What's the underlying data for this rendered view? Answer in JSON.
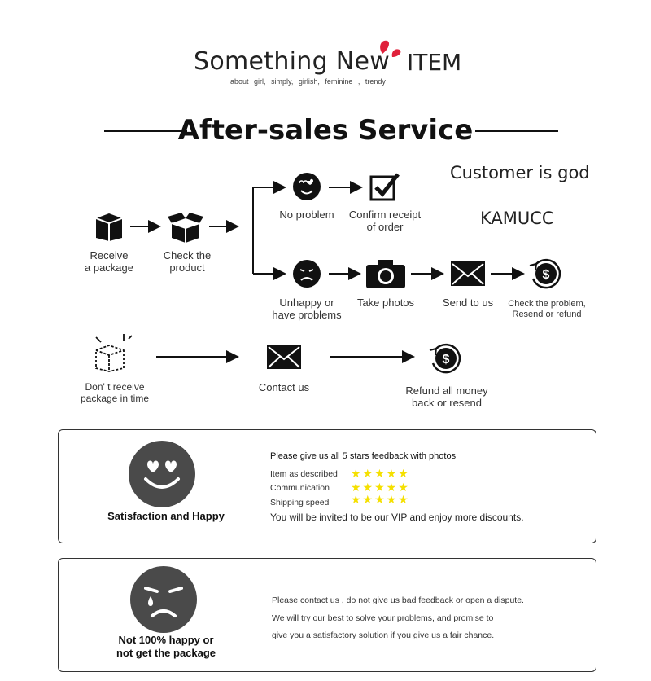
{
  "brand": {
    "name": "Something New",
    "item": "ITEM",
    "tagline": "about girl,   simply,   girlish,   feminine ,   trendy"
  },
  "heading": "After-sales Service",
  "slogan": {
    "line1": "Customer is god",
    "line2": "KAMUCC"
  },
  "flow": {
    "receive": "Receive\na package",
    "check": "Check the\nproduct",
    "no_problem": "No problem",
    "confirm": "Confirm receipt\nof order",
    "unhappy": "Unhappy or\nhave problems",
    "take_photos": "Take photos",
    "send_to_us": "Send to us",
    "resend": "Check the problem,\nResend or refund",
    "dont_receive": "Don' t receive\npackage in time",
    "contact_us": "Contact us",
    "refund": "Refund all money\nback or resend"
  },
  "happy_card": {
    "caption": "Satisfaction and Happy",
    "title": "Please give us all 5 stars feedback with photos",
    "ratings": [
      {
        "label": "Item as described",
        "stars": 5
      },
      {
        "label": "Communication",
        "stars": 5
      },
      {
        "label": "Shipping speed",
        "stars": 5
      }
    ],
    "vip": "You will be invited to be our VIP and enjoy more discounts."
  },
  "sad_card": {
    "caption": "Not 100% happy or\nnot get the package",
    "lines": [
      "Please contact us , do not give us bad feedback or open a dispute.",
      "We will try our best to solve your problems, and promise to",
      "give you a satisfactory solution if you give us a fair chance."
    ]
  },
  "colors": {
    "accent": "#e0213b",
    "star": "#f5e000",
    "ink": "#111111",
    "face": "#4a4a4a"
  }
}
